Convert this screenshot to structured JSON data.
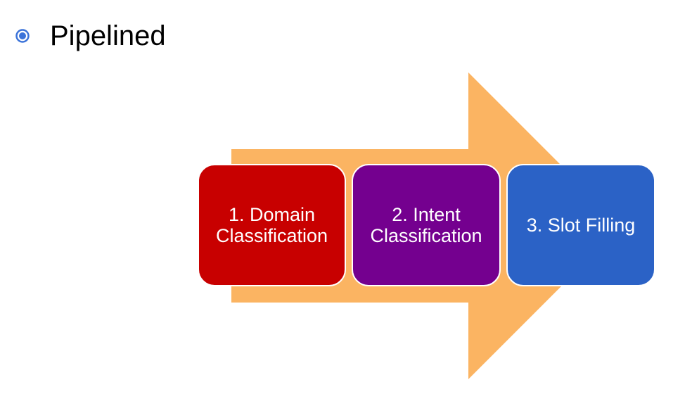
{
  "slide": {
    "heading": "Pipelined",
    "bullet_icon": "radio-bullet-icon",
    "bullet_color": "#3b73d9"
  },
  "diagram": {
    "arrow_color": "#fbb462",
    "steps": [
      {
        "label": "1. Domain Classification",
        "color": "#c80000"
      },
      {
        "label": "2. Intent Classification",
        "color": "#74008f"
      },
      {
        "label": "3. Slot Filling",
        "color": "#2b62c6"
      }
    ]
  }
}
